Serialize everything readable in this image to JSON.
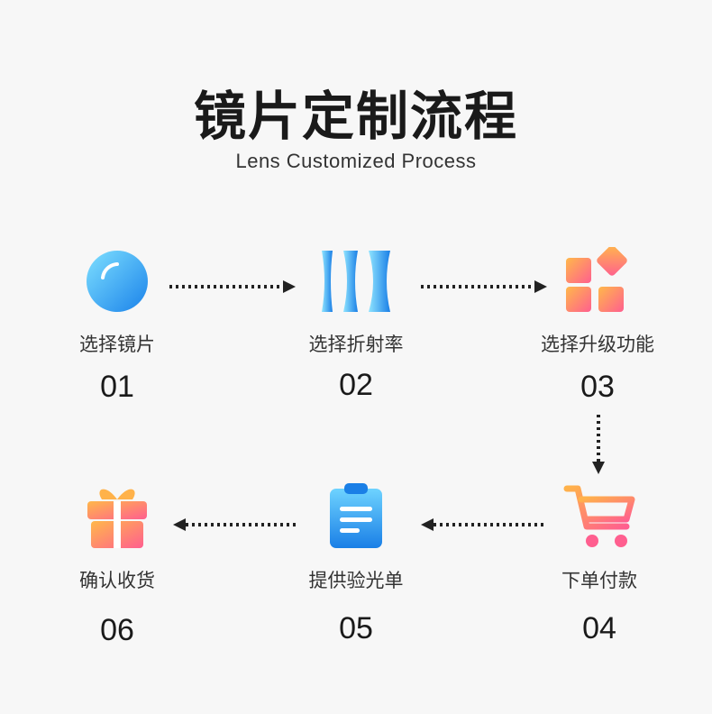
{
  "header": {
    "title": "镜片定制流程",
    "subtitle": "Lens Customized Process"
  },
  "steps": [
    {
      "label": "选择镜片",
      "num": "01",
      "icon": "lens-sphere-icon"
    },
    {
      "label": "选择折射率",
      "num": "02",
      "icon": "lens-profile-icon"
    },
    {
      "label": "选择升级功能",
      "num": "03",
      "icon": "feature-blocks-icon"
    },
    {
      "label": "下单付款",
      "num": "04",
      "icon": "shopping-cart-icon"
    },
    {
      "label": "提供验光单",
      "num": "05",
      "icon": "clipboard-icon"
    },
    {
      "label": "确认收货",
      "num": "06",
      "icon": "gift-box-icon"
    }
  ],
  "colors": {
    "blue_light": "#6ed3ff",
    "blue_dark": "#1a7fe6",
    "orange": "#ffb24a",
    "pink": "#ff5f8f"
  }
}
